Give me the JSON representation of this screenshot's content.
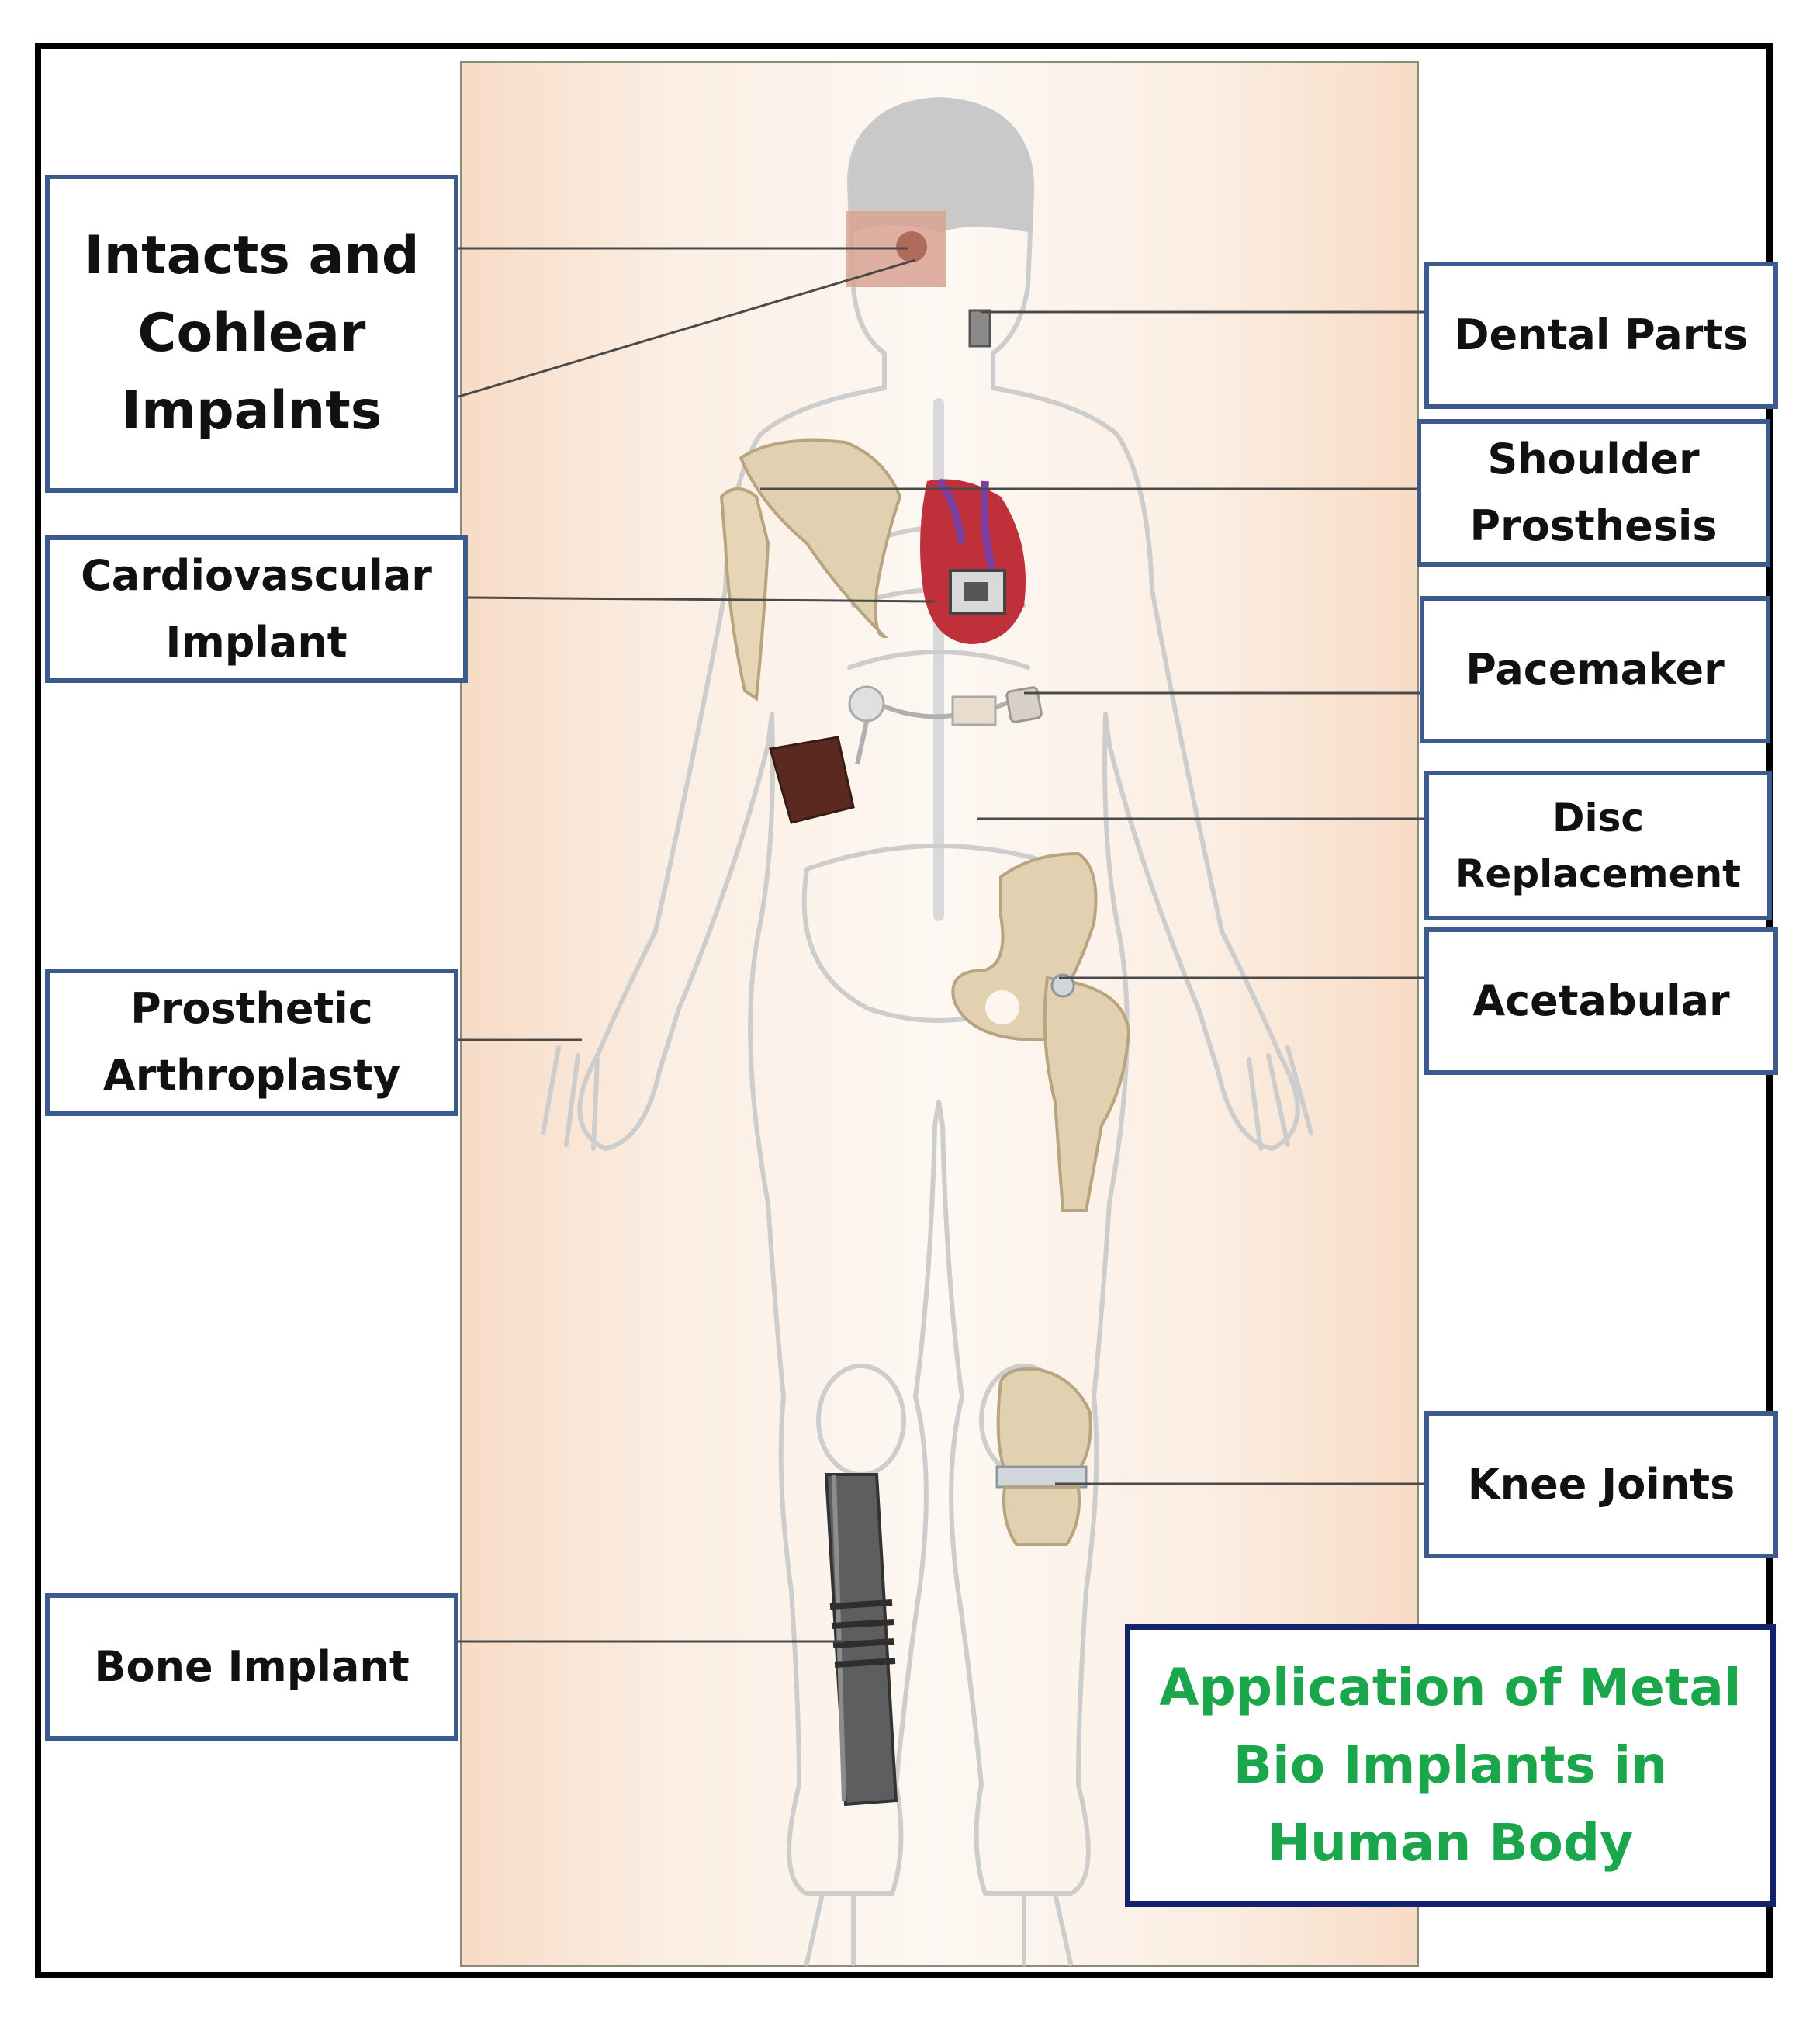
{
  "labels": {
    "intacts": [
      "Intacts and",
      "Cohlear",
      "Impalnts"
    ],
    "cardiovascular": [
      "Cardiovascular",
      "Implant"
    ],
    "prosthetic": [
      "Prosthetic",
      "Arthroplasty"
    ],
    "bone": [
      "Bone Implant"
    ],
    "dental": [
      "Dental Parts"
    ],
    "shoulder": [
      "Shoulder",
      "Prosthesis"
    ],
    "pacemaker": [
      "Pacemaker"
    ],
    "disc": [
      "Disc",
      "Replacement"
    ],
    "acetabular": [
      "Acetabular"
    ],
    "knee": [
      "Knee Joints"
    ]
  },
  "title_lines": [
    "Application of Metal",
    "Bio Implants in",
    "Human Body"
  ],
  "colors": {
    "label_border": "#3c5a8c",
    "title_border": "#12226b",
    "title_text": "#1aa64a",
    "panel_bg": "#f7dcc6",
    "body_outline": "#c8c8c8"
  }
}
